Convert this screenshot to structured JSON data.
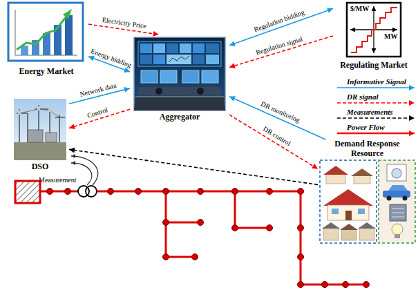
{
  "diagram": {
    "nodes": [
      {
        "text": [
          "Energy Market"
        ]
      },
      {
        "text": [
          "$/MW",
          "MW",
          "Regulating Market"
        ]
      },
      {
        "text": [
          "Aggregator"
        ]
      },
      {
        "text": [
          "DSO"
        ]
      },
      {
        "text": [
          "Demand Response Resource"
        ]
      }
    ],
    "edges": [
      {
        "from": 0,
        "to": 2,
        "label": "Electricity Price",
        "arrow": "to"
      },
      {
        "from": 0,
        "to": 2,
        "label": "Energy bidding",
        "arrow": "both"
      },
      {
        "from": 2,
        "to": 1,
        "label": "Regulation bidding",
        "arrow": "both"
      },
      {
        "from": 1,
        "to": 2,
        "label": "Regulation signal",
        "arrow": "to"
      },
      {
        "from": 3,
        "to": 2,
        "label": "Network data",
        "arrow": "to"
      },
      {
        "from": 2,
        "to": 3,
        "label": "Control",
        "arrow": "to"
      },
      {
        "from": 4,
        "to": 2,
        "label": "DR monitoring",
        "arrow": "to"
      },
      {
        "from": 2,
        "to": 4,
        "label": "DR control",
        "arrow": "to"
      },
      {
        "from": 4,
        "to": 3,
        "arrow": "to"
      }
    ],
    "labels": [
      "Measurement"
    ],
    "legend": [
      {
        "text": "Informative Signal"
      },
      {
        "text": "DR signal"
      },
      {
        "text": "Measurements"
      },
      {
        "text": "Power Flow"
      }
    ]
  }
}
